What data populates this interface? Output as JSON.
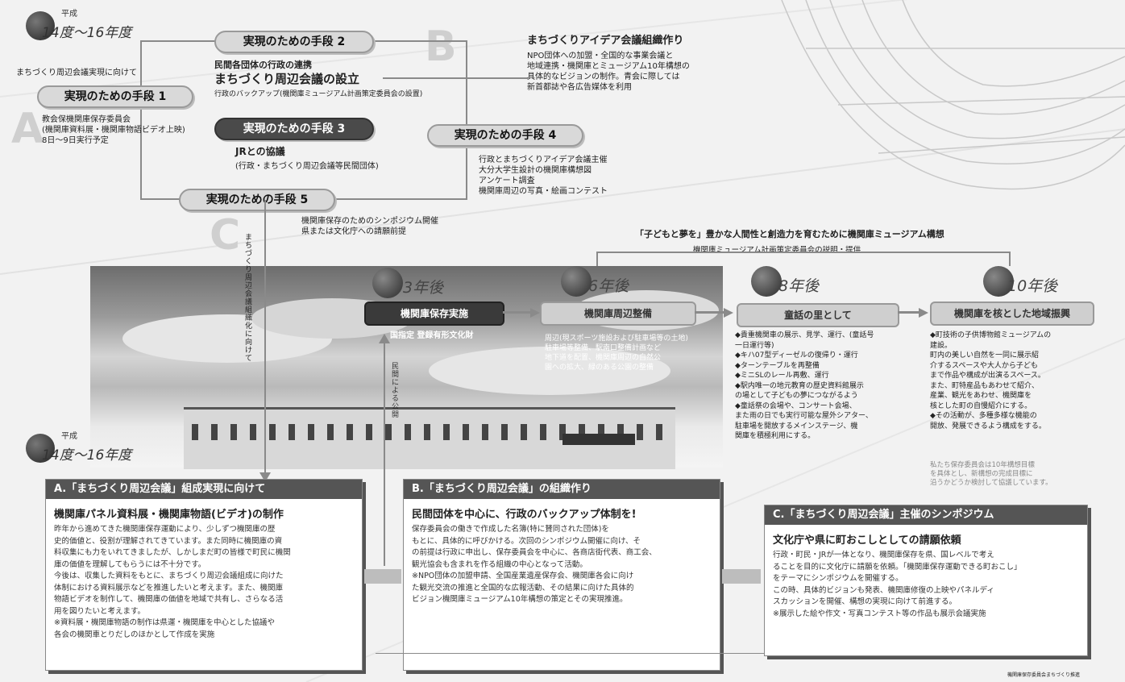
{
  "era": {
    "small": "平成",
    "big": "14度～16年度"
  },
  "letters": {
    "a": "A",
    "b": "B",
    "c": "C"
  },
  "meeting_intro": "まちづくり周辺会議実現に向けて",
  "steps": {
    "s1": "実現のための手段 1",
    "s2": "実現のための手段 2",
    "s3": "実現のための手段 3",
    "s4": "実現のための手段 4",
    "s5": "実現のための手段 5"
  },
  "s1_text": "教会保機関庫保存委員会\n(機関庫資料展・機関庫物語ビデオ上映)\n8日～9日実行予定",
  "s2_sub": "民間各団体の行政の連携",
  "s2_main": "まちづくり周辺会議の設立",
  "s2_note": "行政のバックアップ(機関庫ミュージアム計画策定委員会の設置)",
  "s3_sub": "JRとの協議",
  "s3_note": "(行政・まちづくり周辺会議等民間団体)",
  "ideas_title": "まちづくりアイデア会議組織作り",
  "ideas_text": "NPO団体への加盟・全国的な事業会議と\n地域連携・機関庫とミュージアム10年構想の\n具体的なビジョンの制作。青会に際しては\n新首都誌や各広告媒体を利用",
  "s4_text": "行政とまちづくりアイデア会議主催\n大分大学生設計の機関庫構想図\nアンケート調査\n機関庫周辺の写真・絵画コンテスト",
  "s5_text": "機関庫保存のためのシンポジウム開催\n県または文化庁への請願前提",
  "vertical_left": "まちづくり周辺会議組織化に向けて",
  "vertical_mid": "民間による公開",
  "vision_title": "「子どもと夢を」豊かな人間性と創造力を育むために機関庫ミュージアム構想",
  "vision_sub": "機関庫ミュージアム計画策定委員会の説明・提供",
  "milestones": [
    {
      "label": "3年後",
      "box": "機関庫保存実施",
      "dark": true
    },
    {
      "label": "6年後",
      "box": "機関庫周辺整備",
      "dark": false
    },
    {
      "label": "8年後",
      "box": "童話の里として",
      "dark": false
    },
    {
      "label": "10年後",
      "box": "機関庫を核とした地域振興",
      "dark": false
    }
  ],
  "m1_note": "国指定 登録有形文化財",
  "m2_text": "周辺(現スポーツ施設および駐車場等の土地)\n駐車場等整備、駅南口整備計画など\n地下道を配置、機関庫周辺の自然公\n園への拡大、緑のある公園の整備",
  "m3_text": "◆貴重機関車の展示、見学、運行、(童話号\n一日運行等)\n◆キハ07型ディーゼルの復帰り・運行\n◆ターンテーブルを再整備\n◆ミニSLのレール再敷、運行\n◆駅内唯一の地元教育の歴史資料館展示\nの場として子どもの夢につながるよう\n◆童話祭の会場や、コンサート会場、\nまた雨の日でも実行可能な屋外シアター、\n駐車場を開放するメインステージ、機\n関庫を積極利用にする。",
  "m4_text": "◆町技術の子供博物館ミュージアムの\n建設。\n町内の美しい自然を一同に展示紹\n介するスペースや大人から子ども\nまで作品や構成が出演るスペース。\nまた、町特産品もあわせて紹介、\n産業、観光をあわせ、機関庫を\n核とした町の自慢紹介にする。\n◆その活動が、多種多様な機能の\n開放、発展できるよう構成をする。",
  "m4_note": "私たち保存委員会は10年構想目標\nを具体とし、新構想の完成目標に\n沿うかどうか検討して協議しています。",
  "panels": {
    "a": {
      "head": "A.「まちづくり周辺会議」組成実現に向けて",
      "title": "機関庫パネル資料展・機関庫物語(ビデオ)の制作",
      "body": "昨年から進めてきた機関庫保存運動により、少しずつ機関庫の歴\n史的価値と、役割が理解されてきています。また同時に機関庫の資\n料収集にも力をいれてきましたが、しかしまだ町の皆様で町民に機関\n庫の価値を理解してもらうには不十分です。\n今後は、収集した資料をもとに、まちづくり周辺会議組成に向けた\n体制における資料展示などを推進したいと考えます。また、機関庫\n物語ビデオを制作して、機関庫の価値を地域で共有し、さらなる活\n用を図りたいと考えます。\n※資料展・機関庫物語の制作は県運・機関庫を中心とした協議や\n各会の機関車とりだしのほかとして作成を実施"
    },
    "b": {
      "head": "B.「まちづくり周辺会議」の組織作り",
      "title": "民間団体を中心に、行政のバックアップ体制を!",
      "body": "保存委員会の働きで作成した名簿(特に賛同された団体)を\nもとに、具体的に呼びかける。次回のシンポジウム開催に向け、そ\nの前提は行政に申出し、保存委員会を中心に、各商店街代表、商工会、\n観光協会も含まれを作る組織の中心となって活動。\n※NPO団体の加盟申請、全国産業遺産保存会、機関庫各会に向け\nた観光交流の推進と全国的な広報活動、その結果に向けた具体的\nビジョン機関庫ミュージアム10年構想の策定とその実現推進。"
    },
    "c": {
      "head": "C.「まちづくり周辺会議」主催のシンポジウム",
      "title": "文化庁や県に町おこしとしての請願依頼",
      "body": "行政・町民・JRが一体となり、機関庫保存を県、国レベルで考え\nることを目的に文化庁に請願を依頼。「機関庫保存運動できる町おこし」\nをテーマにシンポジウムを開催する。\nこの時、具体的ビジョンも発表、機関庫修復の上映やパネルディ\nスカッションを開催、構想の実現に向けて前進する。\n※展示した絵や作文・写真コンテスト等の作品も展示会議実施"
    }
  },
  "footer": "機関庫保存委員会まちづくり推進"
}
